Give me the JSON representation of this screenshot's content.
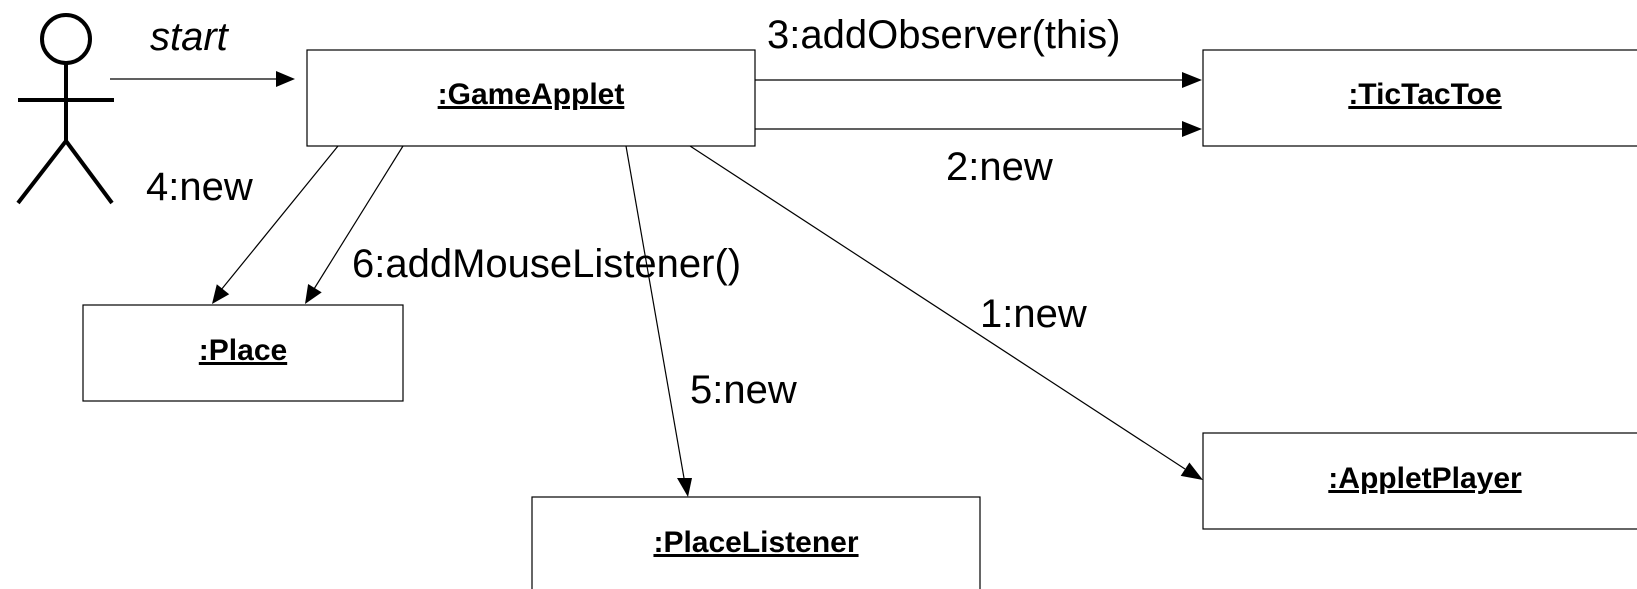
{
  "actor": {
    "icon": "stick-figure-actor-icon"
  },
  "objects": {
    "game_applet": ":GameApplet",
    "tic_tac_toe": ":TicTacToe",
    "place": ":Place",
    "place_listener": ":PlaceListener",
    "applet_player": ":AppletPlayer"
  },
  "messages": {
    "start": "start",
    "msg_1": "1:new",
    "msg_2": "2:new",
    "msg_3": "3:addObserver(this)",
    "msg_4": "4:new",
    "msg_5": "5:new",
    "msg_6": "6:addMouseListener()"
  },
  "colors": {
    "line": "#000000",
    "background": "#ffffff"
  }
}
